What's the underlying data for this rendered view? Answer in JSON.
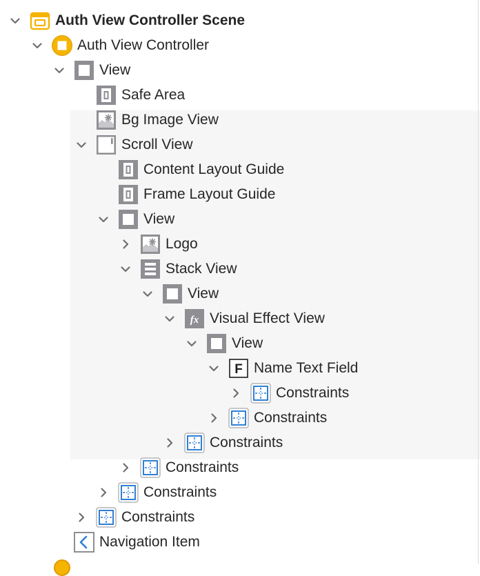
{
  "outline": {
    "rows": [
      {
        "label": "Auth View Controller Scene",
        "icon": "scene-icon",
        "level": 0,
        "disclosure": "expanded",
        "bold": true
      },
      {
        "label": "Auth View Controller",
        "icon": "view-controller-icon",
        "level": 1,
        "disclosure": "expanded"
      },
      {
        "label": "View",
        "icon": "view-icon",
        "level": 2,
        "disclosure": "expanded"
      },
      {
        "label": "Safe Area",
        "icon": "layout-guide-icon",
        "level": 3,
        "disclosure": "none"
      },
      {
        "label": "Bg Image View",
        "icon": "image-view-icon",
        "level": 3,
        "disclosure": "none"
      },
      {
        "label": "Scroll View",
        "icon": "scroll-view-icon",
        "level": 3,
        "disclosure": "expanded"
      },
      {
        "label": "Content Layout Guide",
        "icon": "layout-guide-icon",
        "level": 4,
        "disclosure": "none"
      },
      {
        "label": "Frame Layout Guide",
        "icon": "layout-guide-icon",
        "level": 4,
        "disclosure": "none"
      },
      {
        "label": "View",
        "icon": "view-icon",
        "level": 4,
        "disclosure": "expanded"
      },
      {
        "label": "Logo",
        "icon": "image-view-icon",
        "level": 5,
        "disclosure": "collapsed"
      },
      {
        "label": "Stack View",
        "icon": "stack-view-icon",
        "level": 5,
        "disclosure": "expanded"
      },
      {
        "label": "View",
        "icon": "view-icon",
        "level": 6,
        "disclosure": "expanded"
      },
      {
        "label": "Visual Effect View",
        "icon": "visual-effect-icon",
        "level": 7,
        "disclosure": "expanded"
      },
      {
        "label": "View",
        "icon": "view-icon",
        "level": 8,
        "disclosure": "expanded"
      },
      {
        "label": "Name Text Field",
        "icon": "text-field-icon",
        "level": 9,
        "disclosure": "expanded"
      },
      {
        "label": "Constraints",
        "icon": "constraints-icon",
        "level": 10,
        "disclosure": "collapsed"
      },
      {
        "label": "Constraints",
        "icon": "constraints-icon",
        "level": 9,
        "disclosure": "collapsed"
      },
      {
        "label": "Constraints",
        "icon": "constraints-icon",
        "level": 7,
        "disclosure": "collapsed"
      },
      {
        "label": "Constraints",
        "icon": "constraints-icon",
        "level": 5,
        "disclosure": "collapsed"
      },
      {
        "label": "Constraints",
        "icon": "constraints-icon",
        "level": 4,
        "disclosure": "collapsed"
      },
      {
        "label": "Constraints",
        "icon": "constraints-icon",
        "level": 3,
        "disclosure": "collapsed"
      },
      {
        "label": "Navigation Item",
        "icon": "navigation-item-icon",
        "level": 2,
        "disclosure": "none"
      }
    ]
  },
  "colors": {
    "accent_yellow": "#f5b400",
    "constraint_blue": "#2f7fd6",
    "icon_gray": "#8e8e93",
    "text": "#262626",
    "chevron": "#6e6e73"
  }
}
